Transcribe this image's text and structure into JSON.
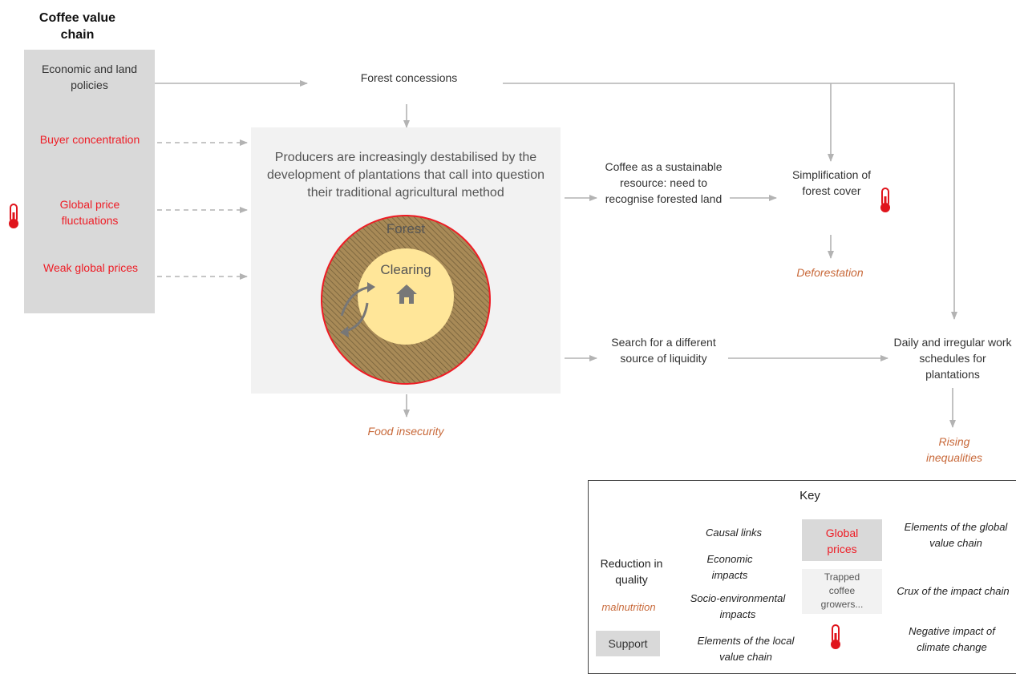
{
  "title": "Coffee value\nchain",
  "left_items": {
    "policies": "Economic and land policies",
    "buyer": "Buyer concentration",
    "fluctuations": "Global price fluctuations",
    "weak": "Weak global prices"
  },
  "center": {
    "text": "Producers are increasingly destabilised by the development of plantations that call into question their traditional agricultural method",
    "forest": "Forest",
    "clearing": "Clearing"
  },
  "nodes": {
    "forest_concessions": "Forest concessions",
    "coffee_sustainable": "Coffee as a sustainable resource: need to recognise forested land",
    "simplification": "Simplification of forest cover",
    "deforestation": "Deforestation",
    "search_liquidity": "Search for a different source of liquidity",
    "daily_work": "Daily and irregular work schedules for plantations",
    "food_insecurity": "Food insecurity",
    "rising_inequalities": "Rising inequalities"
  },
  "key": {
    "title": "Key",
    "causal_links": "Causal links",
    "reduction": "Reduction in quality",
    "economic_impacts": "Economic impacts",
    "malnutrition": "malnutrition",
    "socio_env": "Socio-environmental impacts",
    "support": "Support",
    "local_chain": "Elements of the local value chain",
    "global_prices": "Global prices",
    "global_chain": "Elements of the global value chain",
    "trapped": "Trapped coffee growers...",
    "crux": "Crux of the impact chain",
    "negative_climate": "Negative impact of climate change"
  },
  "colors": {
    "red": "#ee1c25",
    "orange": "#c8693a",
    "grey_box": "#d9d9d9",
    "center_box": "#f2f2f2",
    "forest": "#a88a57",
    "clearing": "#ffe699"
  },
  "icons": [
    "thermometer-icon",
    "house-icon",
    "cycle-arrows-icon"
  ]
}
